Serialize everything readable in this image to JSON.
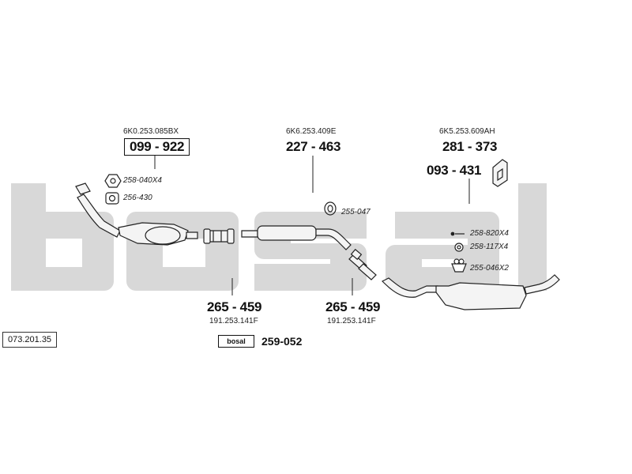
{
  "watermark": {
    "text": "bosal",
    "color": "#d8d8d8"
  },
  "reference": "073.201.35",
  "front_pipe": {
    "oe_number": "6K0.253.085BX",
    "part_number": "099 - 922"
  },
  "middle_silencer": {
    "oe_number": "6K6.253.409E",
    "part_number": "227 - 463"
  },
  "rear_silencer": {
    "oe_number": "6K5.253.609AH",
    "part_number": "281 - 373"
  },
  "heat_shield": {
    "part_number": "093 - 431"
  },
  "clamp_1": {
    "part_number": "265 - 459",
    "oe_number": "191.253.141F"
  },
  "clamp_2": {
    "part_number": "265 - 459",
    "oe_number": "191.253.141F"
  },
  "assembly_paste": {
    "part_number": "259-052",
    "box_label": "bosal"
  },
  "accessories": {
    "nut": "258-040X4",
    "front_gasket": "256-430",
    "rubber_ring": "255-047",
    "bolt": "258-820X4",
    "washer": "258-117X4",
    "rubber_mount": "255-046X2"
  },
  "colors": {
    "line": "#222222",
    "pipe_fill": "#f4f4f4",
    "watermark": "#d8d8d8"
  }
}
